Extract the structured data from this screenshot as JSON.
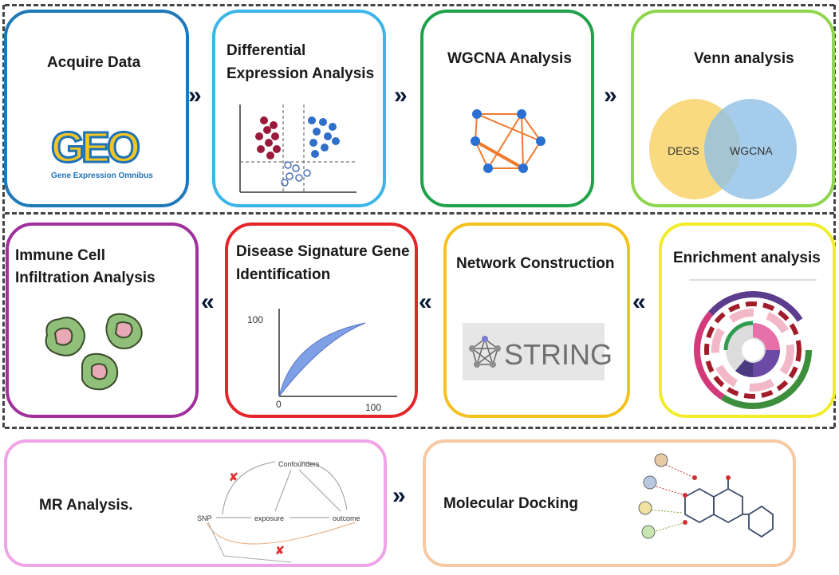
{
  "row1": {
    "acquire": {
      "title": "Acquire Data",
      "logo_text": "GEO",
      "logo_subtitle": "Gene Expression Omnibus"
    },
    "differential": {
      "title_line1": "Differential",
      "title_line2": "Expression Analysis"
    },
    "wgcna": {
      "title": "WGCNA Analysis"
    },
    "venn": {
      "title": "Venn analysis",
      "left_label": "DEGS",
      "right_label": "WGCNA"
    }
  },
  "row2": {
    "enrichment": {
      "title": "Enrichment analysis"
    },
    "network": {
      "title": "Network Construction",
      "logo_text": "STRING"
    },
    "signature": {
      "title_line1": "Disease Signature Gene",
      "title_line2": "Identification",
      "y_max": "100",
      "x_max": "100",
      "origin": "0"
    },
    "immune": {
      "title_line1": "Immune Cell",
      "title_line2": "Infiltration Analysis"
    }
  },
  "row3": {
    "mr": {
      "title": "MR Analysis.",
      "confounders": "Confounders",
      "snp": "SNP",
      "exposure": "exposure",
      "outcome": "outcome"
    },
    "docking": {
      "title": "Molecular Docking"
    }
  },
  "arrows": {
    "forward": "»",
    "backward": "«"
  },
  "colors": {
    "acquire": "#1f78b8",
    "differential": "#3bb6e8",
    "wgcna": "#20a24a",
    "venn": "#8fd64e",
    "enrichment": "#f2ec2a",
    "network": "#f4c21f",
    "signature": "#e4262b",
    "immune": "#a0309a",
    "mr": "#f0a3e6",
    "docking": "#f6c9a3"
  }
}
